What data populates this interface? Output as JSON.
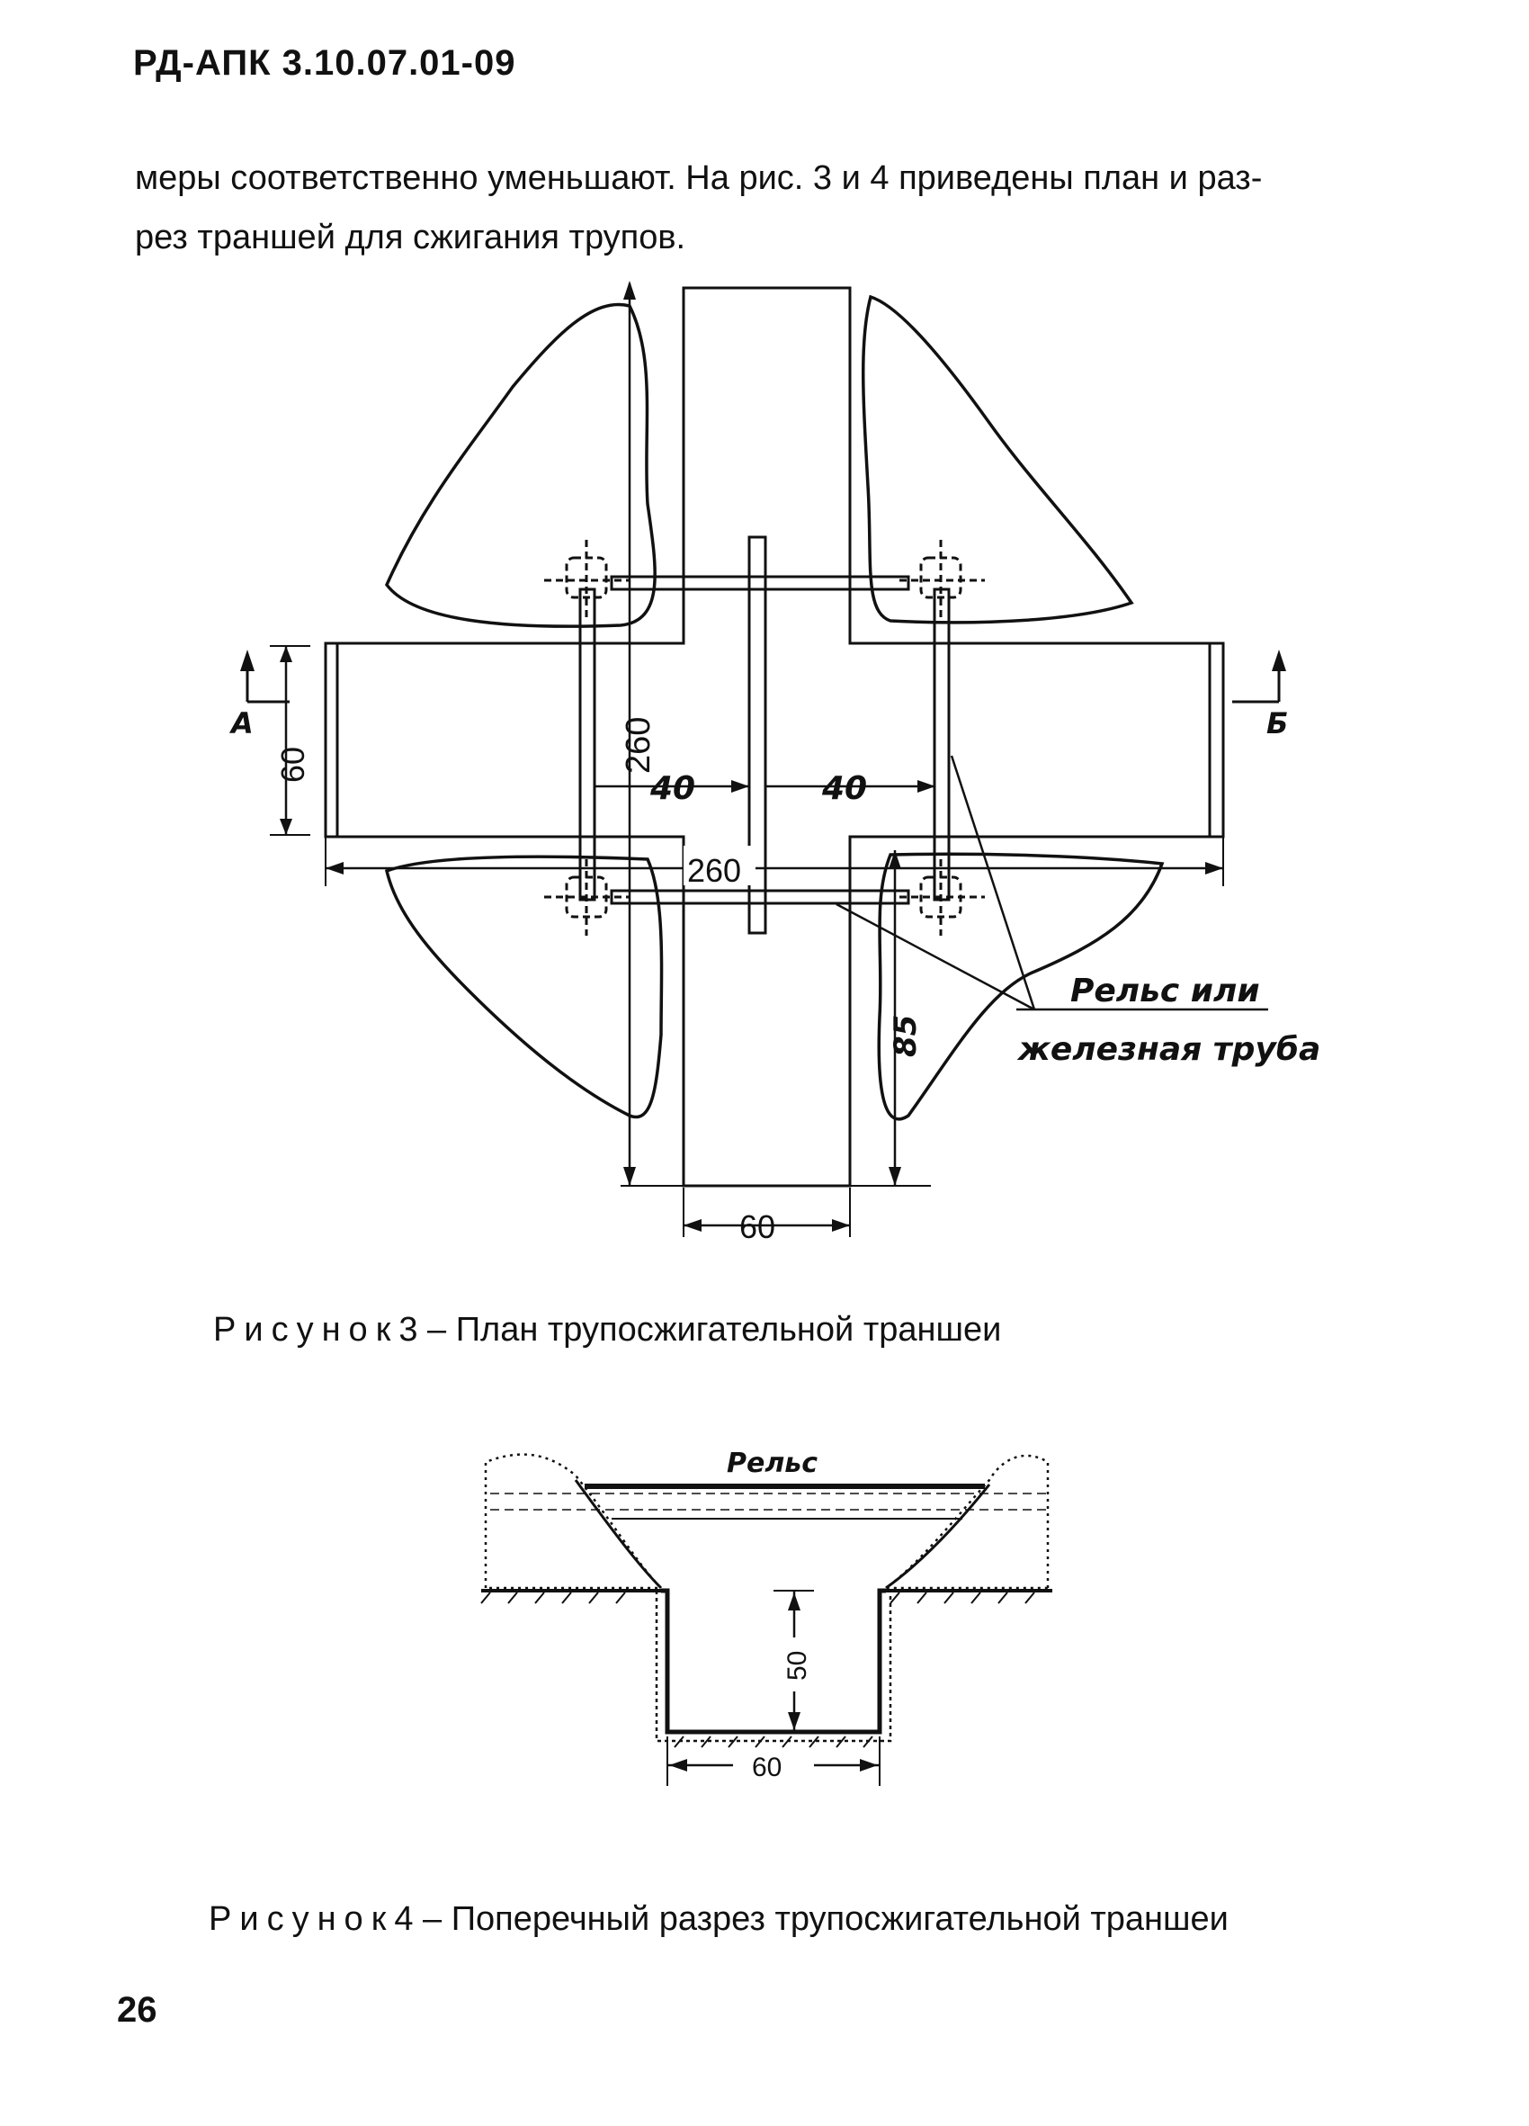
{
  "header": {
    "code": "РД-АПК 3.10.07.01-09"
  },
  "body_text": {
    "line1": "меры соответственно уменьшают. На рис. 3 и 4 приведены план и раз-",
    "line2": "рез траншей для сжигания трупов."
  },
  "figure3": {
    "caption_label": "Рисунок",
    "caption_number": "3",
    "caption_text": " – План трупосжигательной траншеи",
    "dims": {
      "d260_vertical": "260",
      "d60_left": "60",
      "d40_left": "40",
      "d40_right": "40",
      "d260_horizontal": "260",
      "d85": "85",
      "d60_bottom": "60"
    },
    "section_left": "А",
    "section_right": "Б",
    "annotation_line1": "Рельс или",
    "annotation_line2": "железная труба"
  },
  "figure4": {
    "caption_label": "Рисунок",
    "caption_number": "4",
    "caption_text": " – Поперечный разрез трупосжигательной траншеи",
    "rail_label": "Рельс",
    "depth": "50",
    "width": "60"
  },
  "page_number": "26"
}
